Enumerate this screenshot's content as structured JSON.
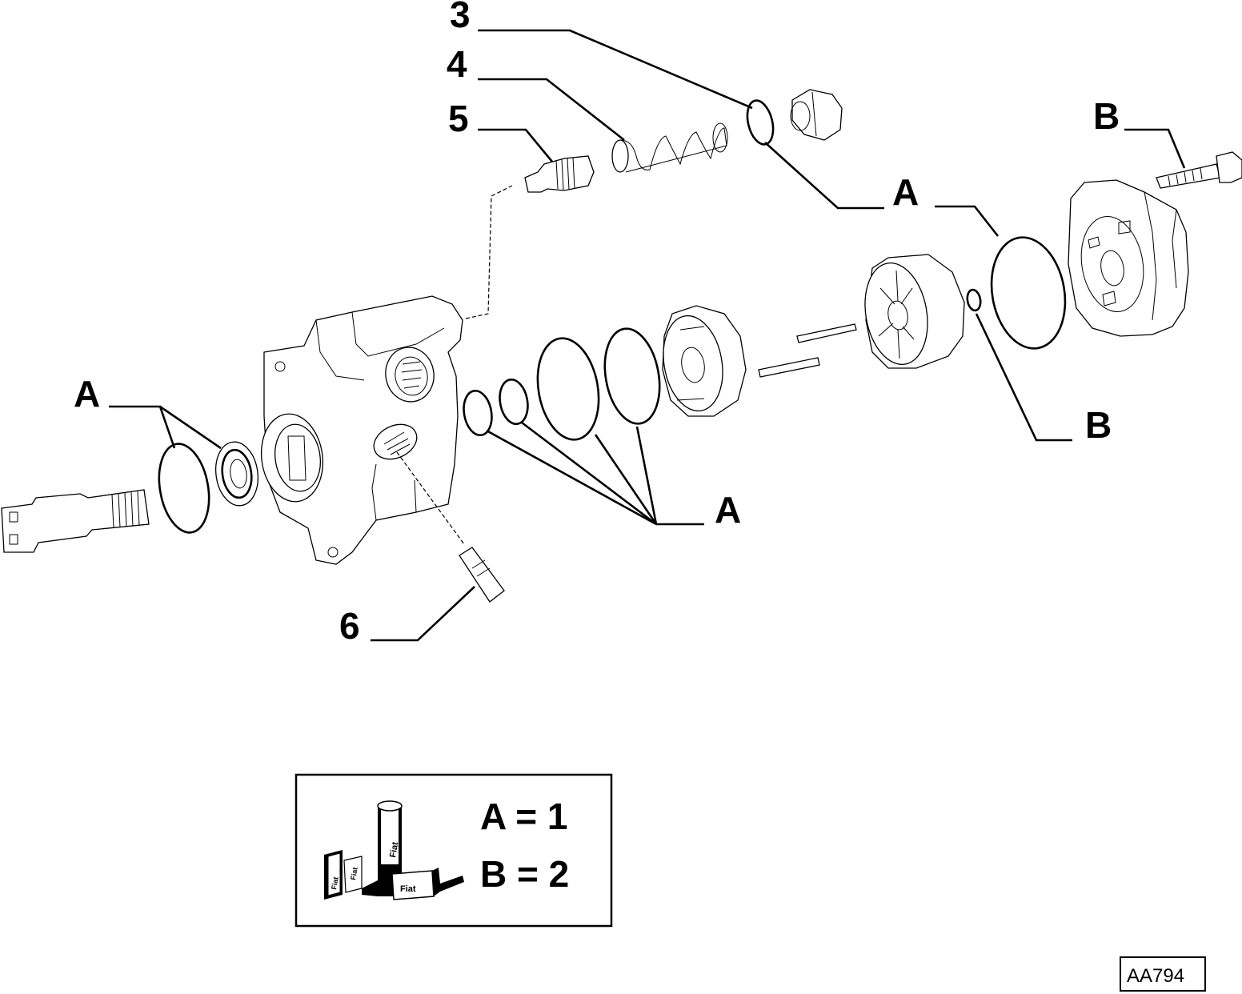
{
  "callouts": {
    "c3": "3",
    "c4": "4",
    "c5": "5",
    "c6": "6",
    "a_top": "A",
    "a_left": "A",
    "a_bottom": "A",
    "b_top": "B",
    "b_right": "B"
  },
  "legend": {
    "line_a": "A = 1",
    "line_b": "B = 2",
    "icon_text_1": "Fiat",
    "icon_text_2": "Fiat",
    "icon_text_3": "Fiat",
    "icon_text_4": "Fiat"
  },
  "reference_code": "AA794"
}
